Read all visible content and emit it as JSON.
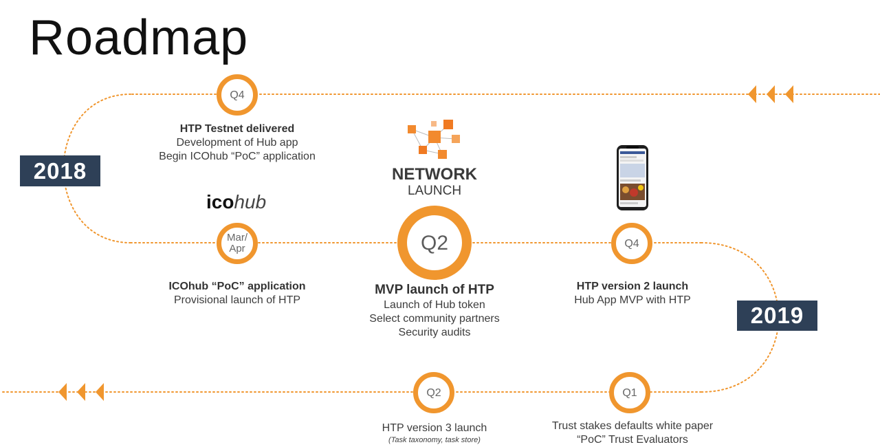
{
  "title": "Roadmap",
  "colors": {
    "accent": "#f0962e",
    "year_badge": "#2e4057",
    "text": "#3c3c3c"
  },
  "years": [
    {
      "label": "2018"
    },
    {
      "label": "2019"
    }
  ],
  "milestones": [
    {
      "quarter": "Q4",
      "heading": "HTP Testnet delivered",
      "lines": [
        "Development of Hub app",
        "Begin ICOhub “PoC” application"
      ]
    },
    {
      "quarter_line1": "Mar/",
      "quarter_line2": "Apr",
      "heading": "ICOhub “PoC” application",
      "lines": [
        "Provisional launch of HTP"
      ]
    },
    {
      "quarter": "Q2",
      "heading": "MVP launch of HTP",
      "lines": [
        "Launch of Hub token",
        "Select community partners",
        "Security audits"
      ]
    },
    {
      "quarter": "Q4",
      "heading": "HTP version 2 launch",
      "lines": [
        "Hub App MVP with HTP"
      ]
    },
    {
      "quarter": "Q1",
      "heading": "",
      "lines": [
        "Trust stakes defaults white paper",
        "“PoC” Trust Evaluators"
      ]
    },
    {
      "quarter": "Q2",
      "heading": "",
      "lines": [
        "HTP version 3 launch"
      ],
      "note": "(Task taxonomy, task store)"
    }
  ],
  "icohub_logo": {
    "part1": "ico",
    "part2": "hub"
  },
  "network_launch": {
    "line1": "NETWORK",
    "line2": "LAUNCH",
    "icon": "network-cubes-icon"
  },
  "phone_icon": "smartphone-icon"
}
